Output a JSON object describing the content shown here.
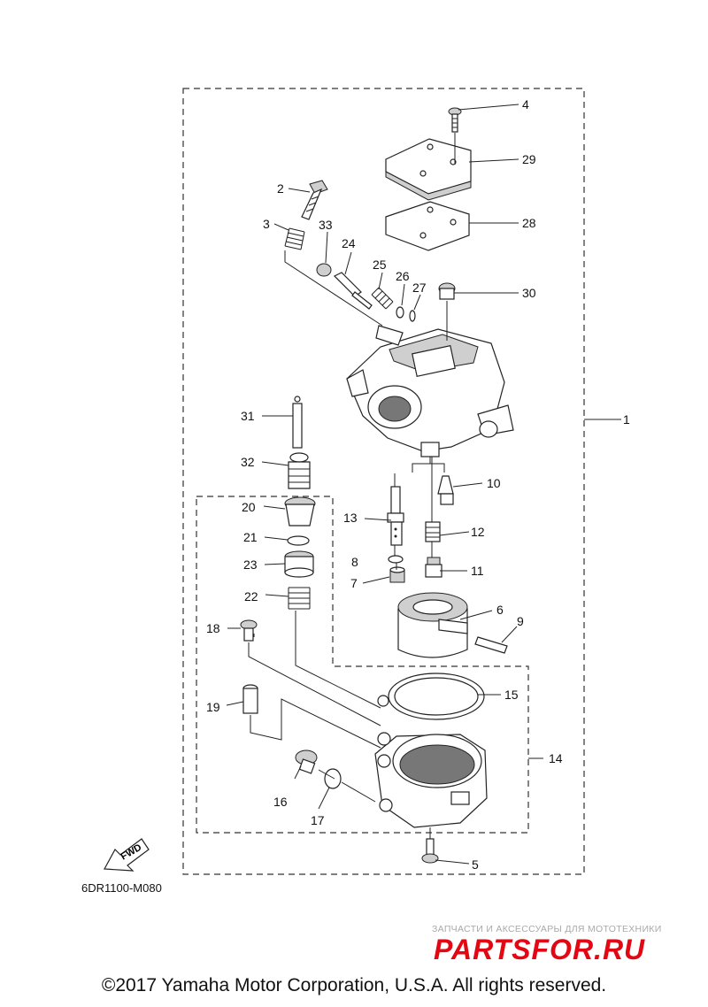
{
  "diagram": {
    "callouts": [
      "1",
      "2",
      "3",
      "4",
      "5",
      "6",
      "7",
      "8",
      "9",
      "10",
      "11",
      "12",
      "13",
      "14",
      "15",
      "16",
      "17",
      "18",
      "19",
      "20",
      "21",
      "22",
      "23",
      "24",
      "25",
      "26",
      "27",
      "28",
      "29",
      "30",
      "31",
      "32",
      "33"
    ],
    "fwd_label": "FWD",
    "diagram_code": "6DR1100-M080"
  },
  "watermark": {
    "line": "ЗАПЧАСТИ И АКСЕССУАРЫ ДЛЯ МОТОТЕХНИКИ",
    "logo_prefix": "PARTS",
    "logo_suffix": "FOR.RU",
    "logo_color": "#e30613"
  },
  "footer": {
    "copyright": "©2017 Yamaha Motor Corporation, U.S.A. All rights reserved."
  }
}
